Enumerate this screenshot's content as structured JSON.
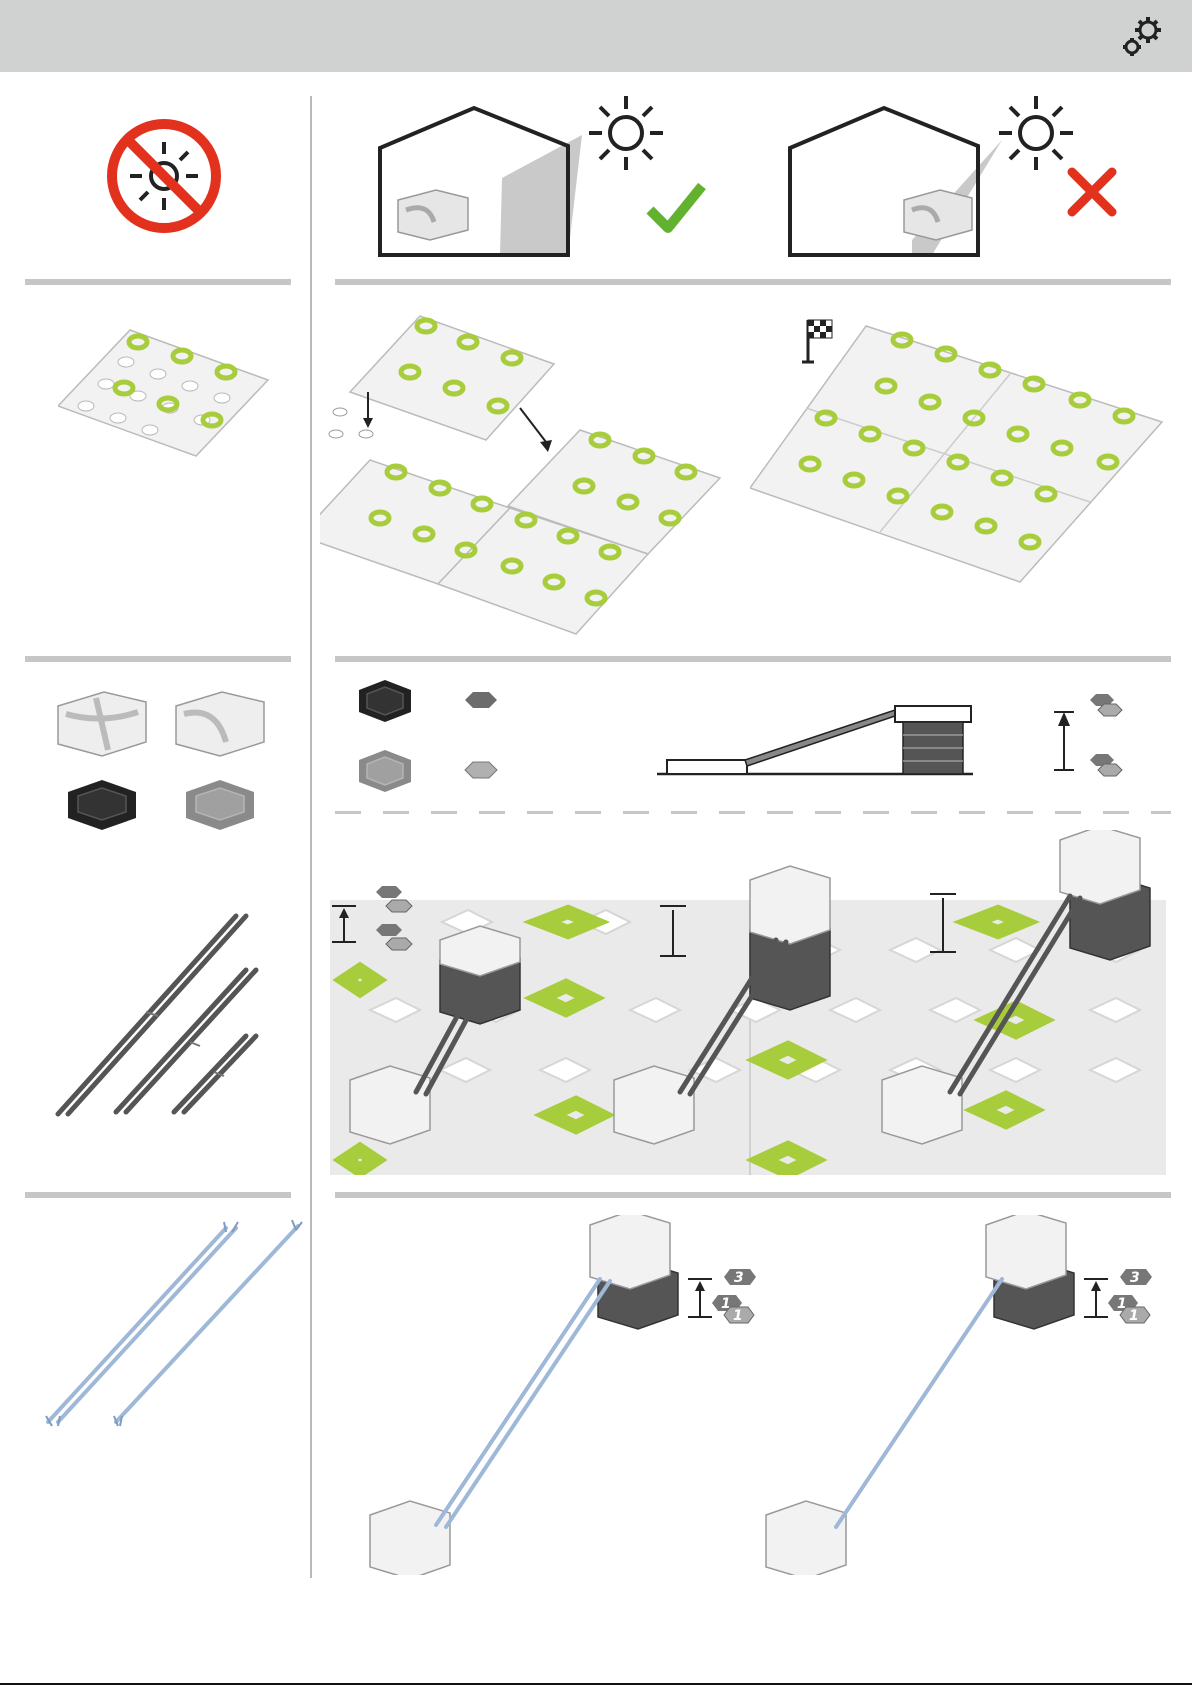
{
  "header": {
    "icon": "gears-icon",
    "color": "#d0d1d1"
  },
  "colors": {
    "prohibition_red": "#e2321d",
    "check_green": "#62b22f",
    "cross_red": "#e2321d",
    "hex_green": "#a8cd3c",
    "dark_base": "#222222",
    "grey_base": "#8a8a8a",
    "transparent_rail": "#9fb8d8"
  },
  "sections": {
    "placement": {
      "icons": [
        "no-sunlight-icon",
        "house-indirect-light-ok",
        "house-direct-sunlight-not-ok"
      ]
    },
    "baseplates": {
      "icons": [
        "baseplate-single",
        "baseplate-connect-step",
        "baseplate-finished-flag"
      ]
    },
    "rails": {
      "icons": [
        "height-tiles",
        "ramp-profile",
        "height-indicator"
      ]
    },
    "transparent_rails": {
      "badges": [
        {
          "top": "3",
          "mid": "1",
          "bottom": "1"
        },
        {
          "top": "3",
          "mid": "1",
          "bottom": "1"
        }
      ]
    }
  }
}
